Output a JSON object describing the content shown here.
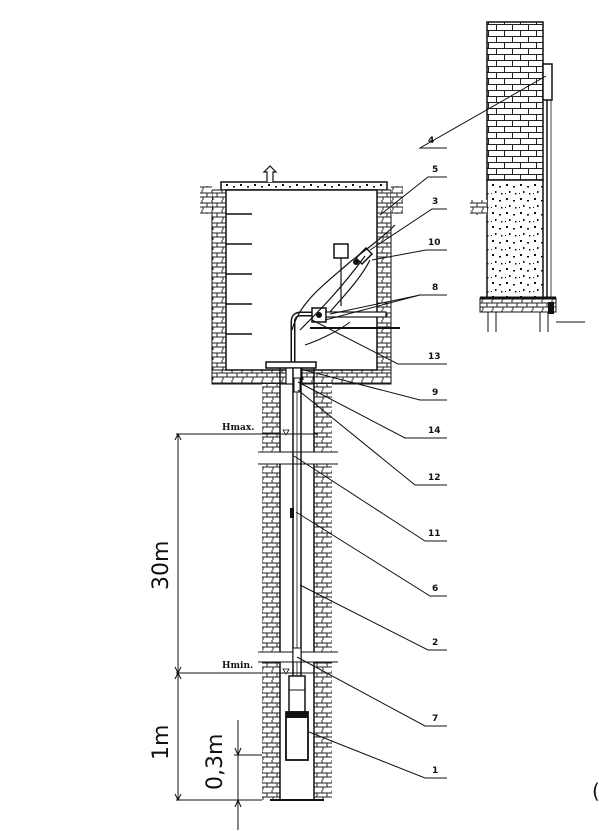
{
  "labels": {
    "l1": "1",
    "l2": "2",
    "l3": "3",
    "l4": "4",
    "l5": "5",
    "l6": "6",
    "l7": "7",
    "l8": "8",
    "l9": "9",
    "l10": "10",
    "l11": "11",
    "l12": "12",
    "l13": "13",
    "l14": "14"
  },
  "levels": {
    "hmax": "Hmax.",
    "hmin": "Hmin."
  },
  "dimensions": {
    "d30": "30m",
    "d1": "1m",
    "d03": "0,3m"
  },
  "edge_glyph": "("
}
